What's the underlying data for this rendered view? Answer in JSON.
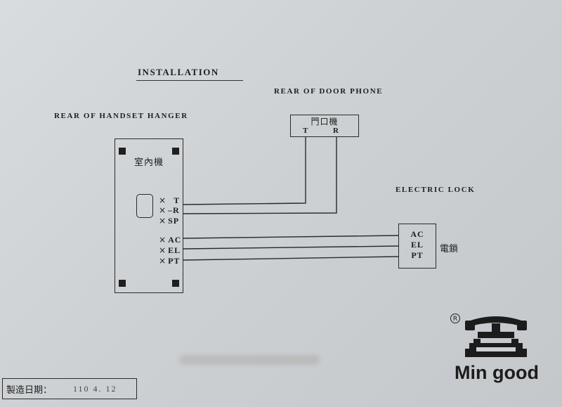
{
  "title": "INSTALLATION",
  "hanger": {
    "heading": "REAR OF HANDSET HANGER",
    "name": "室內機",
    "terminals": [
      "T",
      "–R",
      "SP",
      "AC",
      "EL",
      "PT"
    ],
    "terminal_mark": "×"
  },
  "door_phone": {
    "heading": "REAR OF DOOR PHONE",
    "name": "門口機",
    "terminals": [
      "T",
      "R"
    ]
  },
  "electric_lock": {
    "heading": "ELECTRIC LOCK",
    "name": "電鎖",
    "terminals": [
      "AC",
      "EL",
      "PT"
    ]
  },
  "connections": [
    {
      "from": "hanger.T",
      "to": "door_phone.T"
    },
    {
      "from": "hanger.–R",
      "to": "door_phone.R"
    },
    {
      "from": "hanger.AC",
      "to": "electric_lock.AC"
    },
    {
      "from": "hanger.EL",
      "to": "electric_lock.EL"
    },
    {
      "from": "hanger.PT",
      "to": "electric_lock.PT"
    }
  ],
  "brand": {
    "name": "Min good",
    "registered_mark": "R",
    "logo_icon": "min-good-phone-logo-icon"
  },
  "manufacture_date": {
    "label": "製造日期：",
    "value": "110  4. 12"
  },
  "colors": {
    "ink": "#1e1e1e",
    "paper": "#d2d5d8"
  }
}
